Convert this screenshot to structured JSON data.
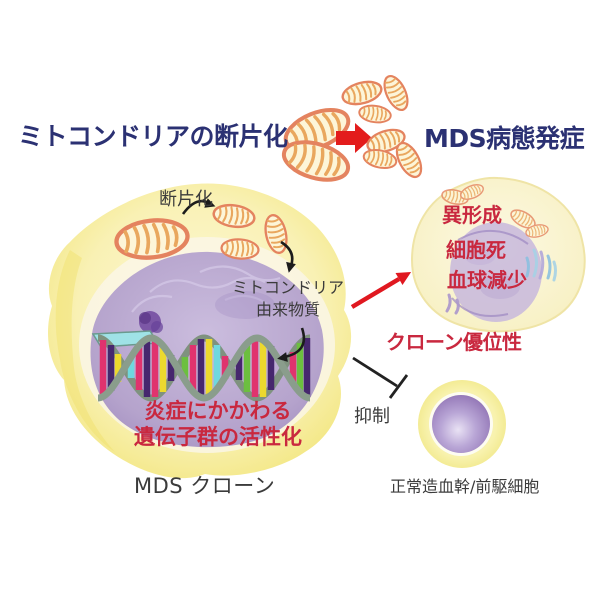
{
  "header": {
    "title_left": "ミトコンドリアの断片化",
    "title_right": "MDS病態発症"
  },
  "mds_cell": {
    "fragmentation_label": "断片化",
    "derived_label_line1": "ミトコンドリア",
    "derived_label_line2": "由来物質",
    "inflammation_line1": "炎症にかかわる",
    "inflammation_line2": "遺伝子群の活性化",
    "caption": "MDS クローン"
  },
  "diseased_cell": {
    "labels": [
      "異形成",
      "細胞死",
      "血球減少"
    ],
    "caption": "クローン優位性"
  },
  "normal_cell": {
    "inhibition_label": "抑制",
    "caption": "正常造血幹/前駆細胞"
  },
  "icons": {
    "mitochondrion": "orange oval organelle with wavy cristae",
    "red_block_arrow": "transformation arrow",
    "red_line_arrow": "progression arrow",
    "inhibition_t_bar": "blunt-end inhibition line",
    "dna_double_helix": "multicolored double helix"
  },
  "colors": {
    "navy_text": "#2b3173",
    "red_text": "#c9283f",
    "dark_text": "#3b3b3b",
    "arrow_red": "#e31c1c",
    "cell_yellow": "#f3e87c",
    "nucleus_purple": "#b3a1c9",
    "mito_outline": "#e4835f",
    "mito_fill": "#fdf5d8"
  }
}
